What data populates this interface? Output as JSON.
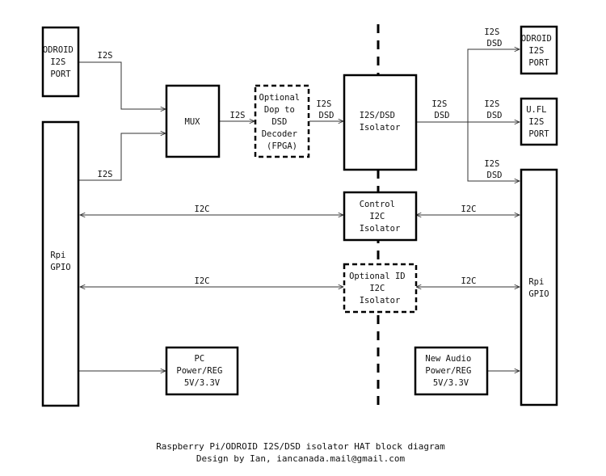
{
  "blocks": {
    "odroid_port_left": [
      "ODROID",
      "I2S",
      "PORT"
    ],
    "rpi_gpio_left": [
      "Rpi",
      "GPIO"
    ],
    "mux": [
      "MUX"
    ],
    "dop_decoder": [
      "Optional",
      "Dop to",
      "DSD",
      "Decoder",
      "(FPGA)"
    ],
    "i2s_dsd_isolator": [
      "I2S/DSD",
      "Isolator"
    ],
    "control_i2c_isolator": [
      "Control",
      "I2C",
      "Isolator"
    ],
    "optional_id_i2c_isolator": [
      "Optional ID",
      "I2C",
      "Isolator"
    ],
    "pc_power_reg": [
      "PC",
      "Power/REG",
      "5V/3.3V"
    ],
    "new_audio_power_reg": [
      "New Audio",
      "Power/REG",
      "5V/3.3V"
    ],
    "odroid_port_right": [
      "ODROID",
      "I2S",
      "PORT"
    ],
    "ufl_i2s_port": [
      "U.FL",
      "I2S",
      "PORT"
    ],
    "rpi_gpio_right": [
      "Rpi",
      "GPIO"
    ]
  },
  "signals": {
    "odroid_to_mux": "I2S",
    "rpi_to_mux": "I2S",
    "mux_to_decoder": "I2S",
    "decoder_to_isolator": [
      "I2S",
      "DSD"
    ],
    "isolator_out": [
      "I2S",
      "DSD"
    ],
    "to_odroid_port": [
      "I2S",
      "DSD"
    ],
    "to_rpi_gpio_right": [
      "I2S",
      "DSD"
    ],
    "i2c_control_left": "I2C",
    "i2c_control_right": "I2C",
    "i2c_id_left": "I2C",
    "i2c_id_right": "I2C"
  },
  "caption": {
    "title": "Raspberry Pi/ODROID I2S/DSD isolator HAT block diagram",
    "credit": "Design by Ian, iancanada.mail@gmail.com"
  }
}
